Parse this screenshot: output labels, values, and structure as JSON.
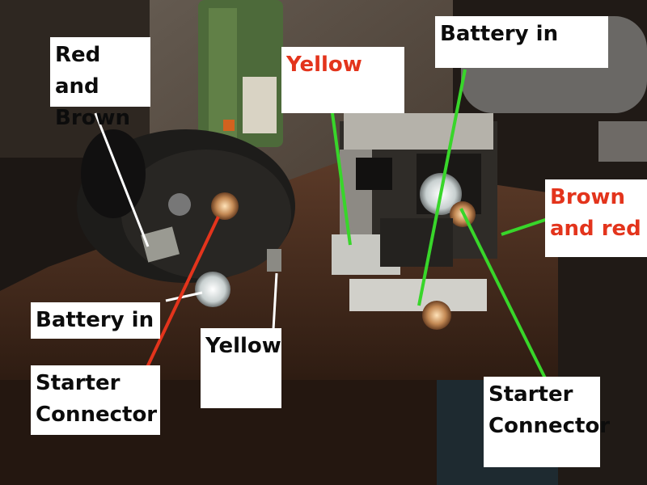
{
  "colors": {
    "white_text": "#0c0c0c",
    "red_text": "#e3341c",
    "green_line": "#38d62a",
    "red_line": "#e3341c",
    "white_line": "#ffffff"
  },
  "labels": {
    "left_red_brown": "Red and\nBrown",
    "left_battery_in": "Battery in",
    "left_starter": "Starter\nConnector",
    "left_yellow": "Yellow",
    "right_yellow": "Yellow",
    "right_battery_in": "Battery in",
    "right_brown_red": "Brown\nand red",
    "right_starter": "Starter\nConnector"
  }
}
